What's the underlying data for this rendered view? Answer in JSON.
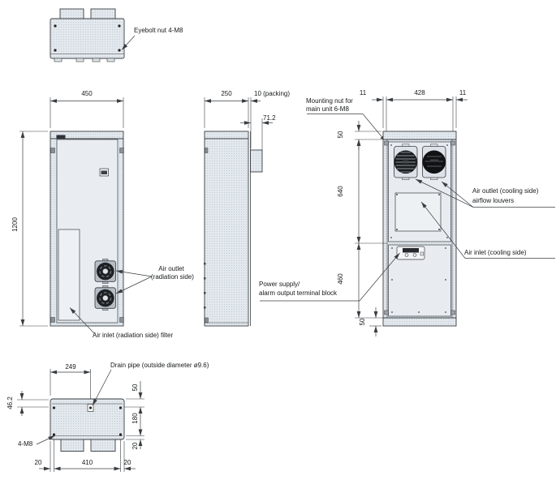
{
  "colors": {
    "background": "#ffffff",
    "panel_fill": "#e2e8ed",
    "panel_hatch_dot": "#c2cbd3",
    "inner_panel_fill": "#e9edf1",
    "line": "#3a3e42",
    "fan_dark": "#1a1d20",
    "text": "#16181a"
  },
  "top_view": {
    "eyebolt_label": "Eyebolt nut 4-M8"
  },
  "front_view": {
    "width_dim": "450",
    "height_dim": "1200",
    "air_outlet_line1": "Air outlet",
    "air_outlet_line2": "(radiation side)",
    "air_inlet_filter_label": "Air inlet (radiation side) filter"
  },
  "side_view": {
    "depth_dim": "250",
    "packing_dim": "10 (packing)",
    "protrusion_dim": "71.2"
  },
  "rear_view": {
    "left_margin_dim": "11",
    "mount_width_dim": "428",
    "right_margin_dim": "11",
    "mounting_nut_line1": "Mounting nut for",
    "mounting_nut_line2": "main unit 6-M8",
    "top_dim": "50",
    "upper_section_dim": "640",
    "lower_section_dim": "460",
    "bottom_dim": "50",
    "louvers_line1": "Air outlet (cooling side)",
    "louvers_line2": "airflow louvers",
    "air_inlet_label": "Air inlet (cooling side)",
    "terminal_line1": "Power supply/",
    "terminal_line2": "alarm output terminal block"
  },
  "bottom_view": {
    "drain_offset_dim": "249",
    "drain_label": "Drain pipe (outside diameter ø9.6)",
    "front_clearance_dim": "46.2",
    "drain_depth_dim": "50",
    "mid_depth_dim": "180",
    "rear_depth_dim": "20",
    "bolt_label": "4-M8",
    "left_margin_dim": "20",
    "bolt_span_dim": "410",
    "right_margin_dim": "20"
  }
}
